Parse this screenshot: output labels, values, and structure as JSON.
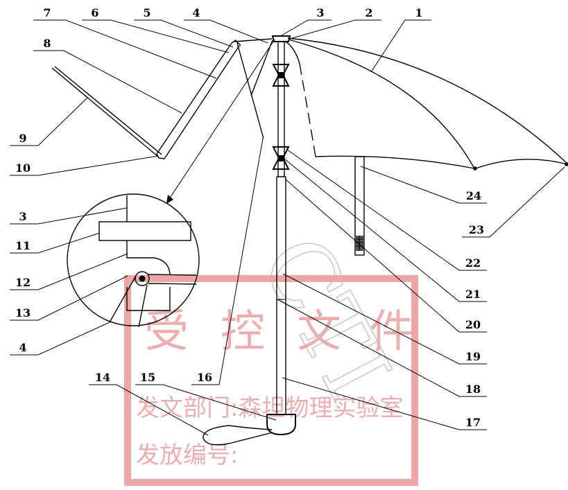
{
  "callouts": {
    "top": [
      "7",
      "6",
      "5",
      "4",
      "3",
      "2",
      "1"
    ],
    "left": [
      "8",
      "9",
      "10",
      "3",
      "11",
      "12",
      "13",
      "4"
    ],
    "right": [
      "24",
      "23",
      "22",
      "21",
      "20",
      "19",
      "18",
      "17"
    ],
    "bottom": [
      "14",
      "15",
      "16"
    ]
  },
  "stamp": {
    "title_chars": [
      "受",
      "控",
      "文",
      "件"
    ],
    "department": "发文部门:森坦物理实验室",
    "issue_no": "发放编号:"
  },
  "watermark": "CTI",
  "colors": {
    "line": "#000000",
    "stamp": "#e88a8a",
    "watermark": "#b8b8b8"
  }
}
